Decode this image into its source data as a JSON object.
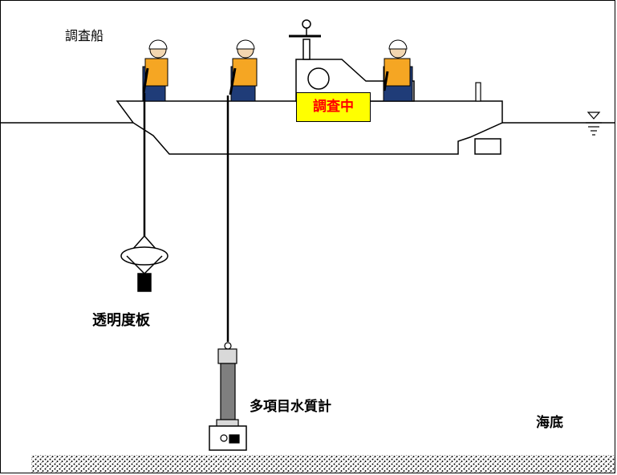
{
  "labels": {
    "ship": "調査船",
    "survey_status": "調査中",
    "transparency_disk": "透明度板",
    "water_quality_meter": "多項目水質計",
    "seabed": "海底"
  },
  "icons": [
    "water-level-marker-icon",
    "worker-figure-icon",
    "radar-antenna-icon"
  ],
  "colors": {
    "vest": "#f5a623",
    "helmet": "#ffffff",
    "overalls": "#1f3c78",
    "badge_fill": "#ffff00",
    "badge_text": "#ff0000",
    "instrument": "#7f7f7f"
  }
}
